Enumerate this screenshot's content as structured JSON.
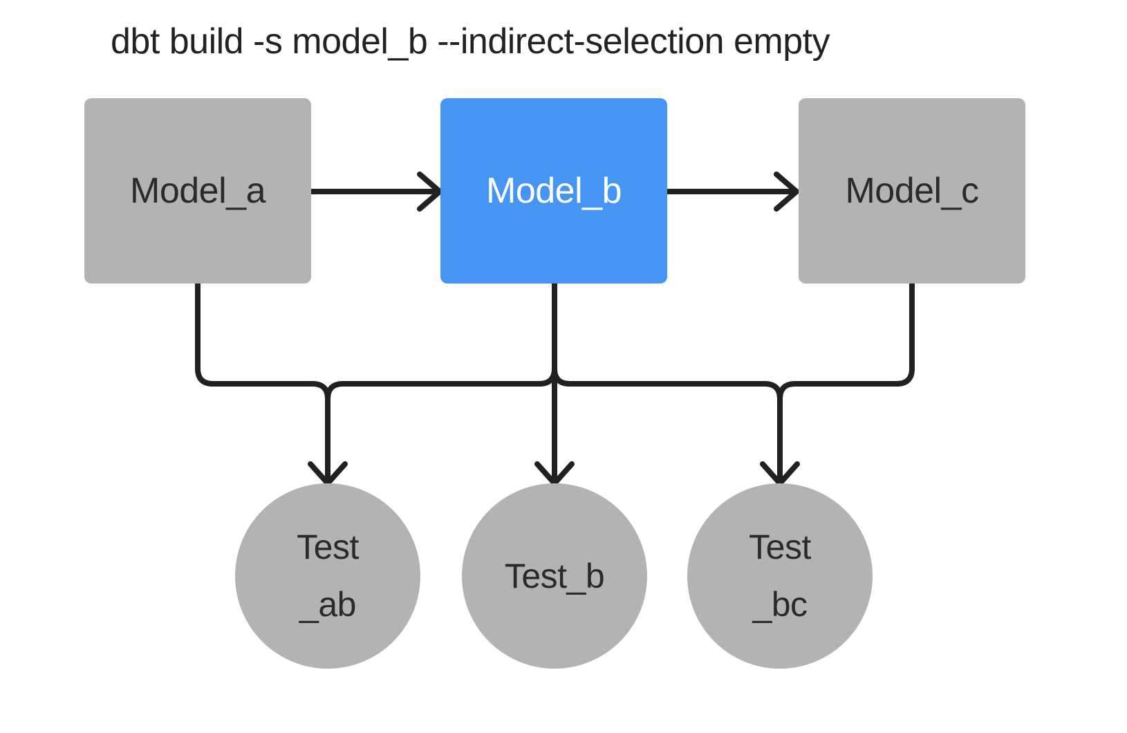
{
  "title": "dbt build -s model_b --indirect-selection empty",
  "colors": {
    "background": "#ffffff",
    "node_gray": "#b3b3b3",
    "node_selected_blue": "#4695f4",
    "edge_stroke": "#212121",
    "label_dark": "#2a2a2c",
    "label_light": "#ffffff",
    "title_text": "#212226"
  },
  "diagram": {
    "nodes": {
      "model_a": {
        "label": "Model_a",
        "shape": "rect",
        "selected": false
      },
      "model_b": {
        "label": "Model_b",
        "shape": "rect",
        "selected": true
      },
      "model_c": {
        "label": "Model_c",
        "shape": "rect",
        "selected": false
      },
      "test_ab": {
        "label_line1": "Test",
        "label_line2": "_ab",
        "shape": "circle"
      },
      "test_b": {
        "label_line1": "Test_b",
        "label_line2": "",
        "shape": "circle"
      },
      "test_bc": {
        "label_line1": "Test",
        "label_line2": "_bc",
        "shape": "circle"
      }
    },
    "edges": [
      {
        "from": "model_a",
        "to": "model_b"
      },
      {
        "from": "model_b",
        "to": "model_c"
      },
      {
        "from": "model_a",
        "to": "test_ab"
      },
      {
        "from": "model_b",
        "to": "test_ab"
      },
      {
        "from": "model_b",
        "to": "test_b"
      },
      {
        "from": "model_b",
        "to": "test_bc"
      },
      {
        "from": "model_c",
        "to": "test_bc"
      }
    ]
  }
}
